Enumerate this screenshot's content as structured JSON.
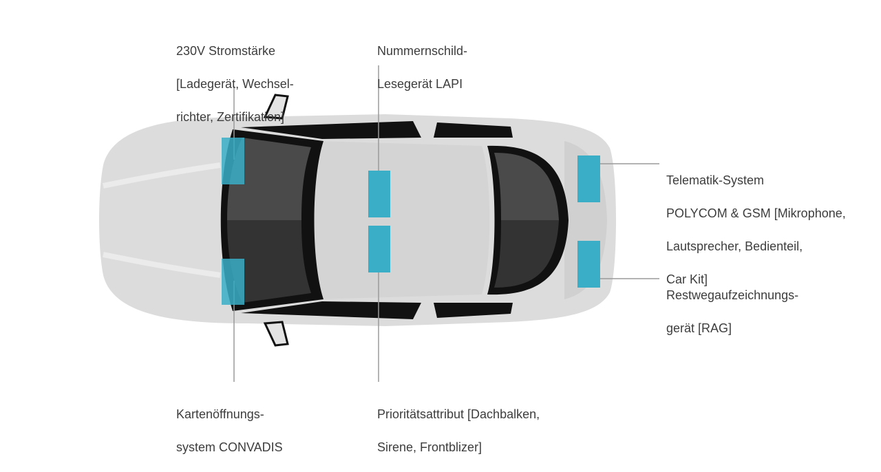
{
  "diagram": {
    "labels": {
      "power": [
        "230V Stromstärke",
        "[Ladegerät, Wechsel-",
        "richter, Zertifikation]"
      ],
      "lapi": [
        "Nummernschild-",
        "Lesegerät LAPI"
      ],
      "telematik": [
        "Telematik-System",
        "POLYCOM & GSM [Mikrophone,",
        "Lautsprecher, Bedienteil,",
        "Car Kit]"
      ],
      "rag": [
        "Restwegaufzeichnungs-",
        "gerät  [RAG]"
      ],
      "convadis": [
        "Kartenöffnungs-",
        "system CONVADIS"
      ],
      "priority": [
        "Prioritätsattribut [Dachbalken,",
        "Sirene, Frontblizer]"
      ]
    },
    "colors": {
      "body": "#dcdcdc",
      "body_shadow": "#c9c9c9",
      "window": "#3c3c3c",
      "window_dark": "#2a2a2a",
      "trim": "#111111",
      "highlight": "#3aaec7",
      "line": "#9a9a9a",
      "text": "#3d3d3d"
    }
  }
}
